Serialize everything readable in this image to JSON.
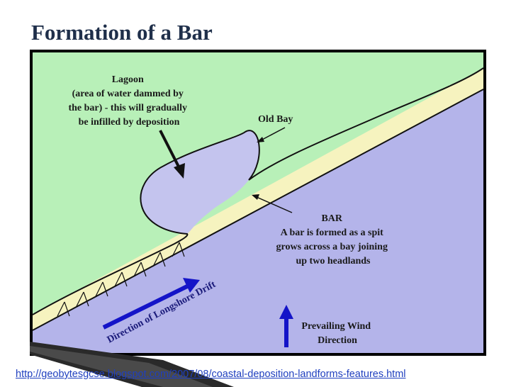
{
  "slide": {
    "title": "Formation of a Bar",
    "source_url": "http://geobytesgcse.blogspot.com/2007/08/coastal-deposition-landforms-features.html"
  },
  "diagram": {
    "lagoon_label": [
      "Lagoon",
      "(area of water dammed by",
      "the bar) - this will gradually",
      "be infilled by deposition"
    ],
    "old_bay_label": "Old Bay",
    "bar_label": [
      "BAR",
      "A bar is formed as a spit",
      "grows across a bay joining",
      "up two headlands"
    ],
    "drift_label": "Direction of Longshore Drift",
    "wind_label": [
      "Prevailing Wind",
      "Direction"
    ]
  },
  "colors": {
    "land": "#b8f0b8",
    "sea": "#b4b4ea",
    "lagoon": "#c4c4ee",
    "bar_sand": "#f6f3bf",
    "arrow_blue": "#1414c8",
    "title": "#1f2f4a",
    "link": "#1f3fbf"
  }
}
